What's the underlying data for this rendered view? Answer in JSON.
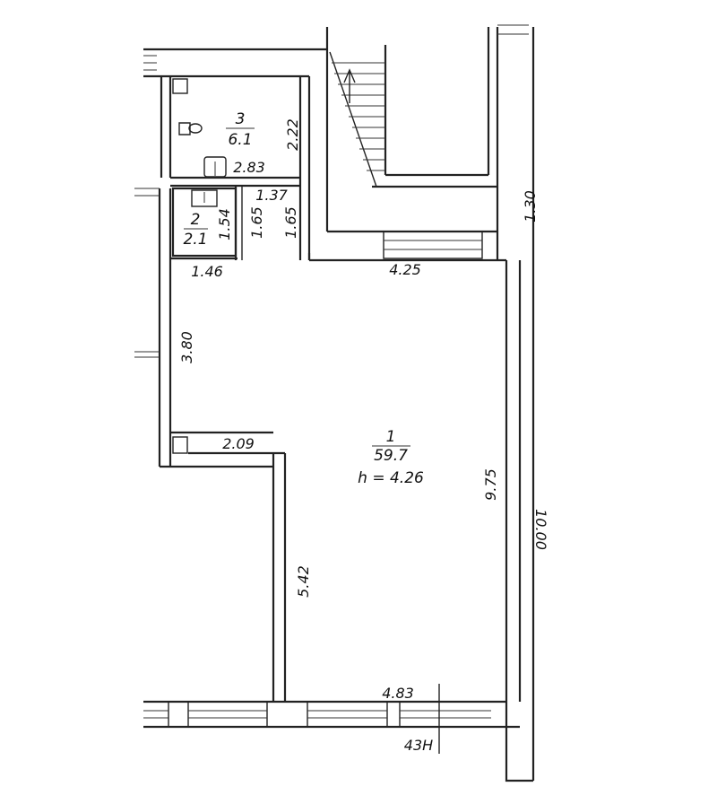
{
  "rooms": [
    {
      "number": "1",
      "area": "59.7",
      "height": "h = 4.26"
    },
    {
      "number": "2",
      "area": "2.1"
    },
    {
      "number": "3",
      "area": "6.1"
    }
  ],
  "dimensions": {
    "d_2_83": "2.83",
    "d_2_22": "2.22",
    "d_1_37": "1.37",
    "d_1_65_a": "1.65",
    "d_1_65_b": "1.65",
    "d_1_54": "1.54",
    "d_1_46": "1.46",
    "d_4_25": "4.25",
    "d_3_80": "3.80",
    "d_2_09": "2.09",
    "d_5_42": "5.42",
    "d_9_75": "9.75",
    "d_10_00": "10.00",
    "d_4_83": "4.83",
    "d_1_30": "1.30"
  },
  "axis_marker": "43H"
}
